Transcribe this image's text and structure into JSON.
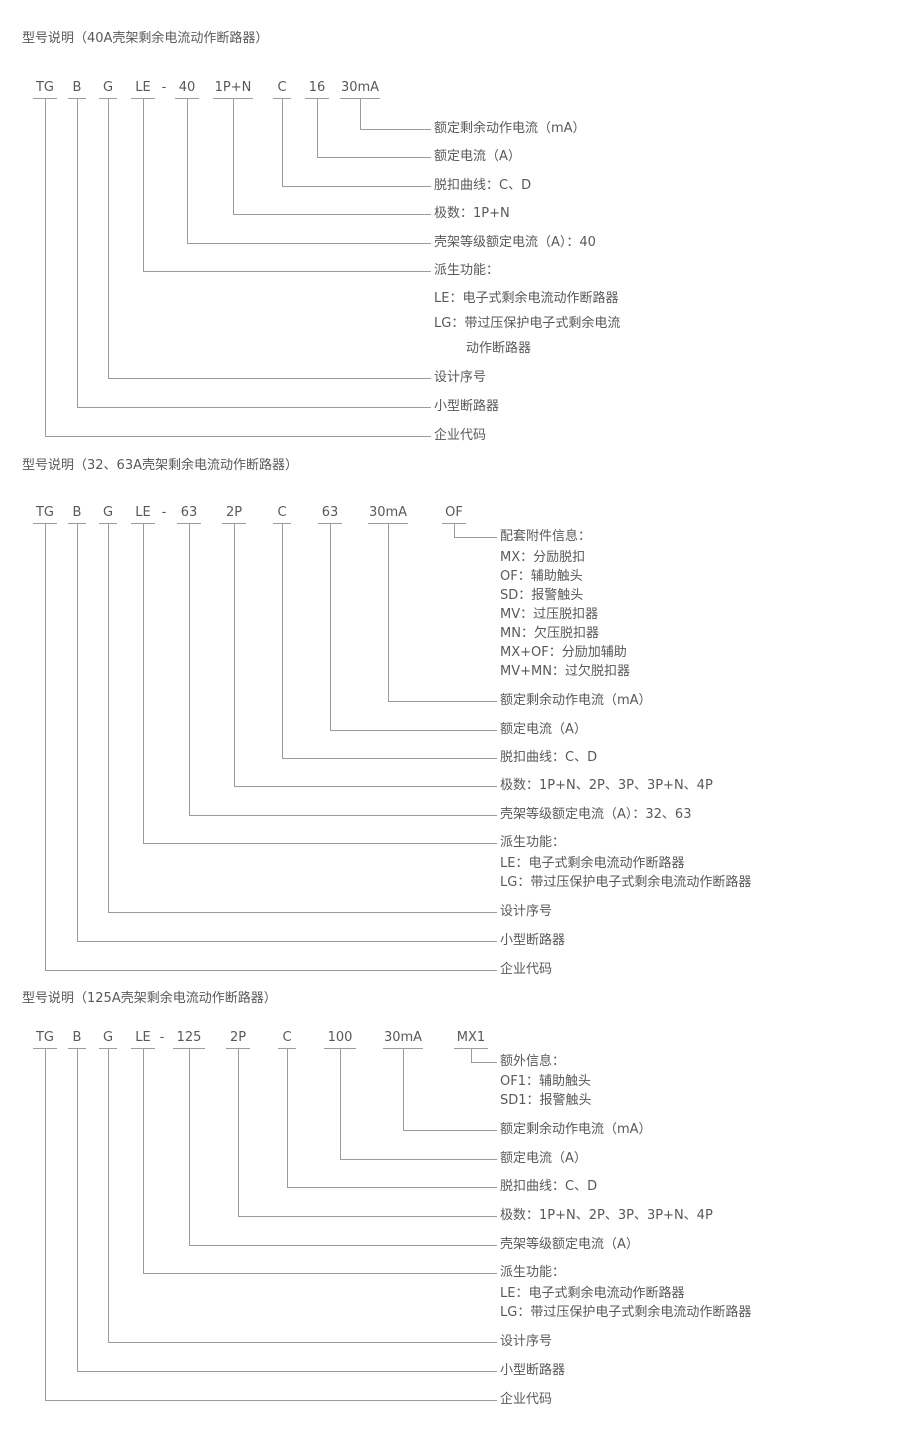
{
  "colors": {
    "text": "#58595b",
    "line": "#9b9b9b",
    "background": "#ffffff"
  },
  "sections": [
    {
      "title": "型号说明（40A壳架剩余电流动作断路器）",
      "tokens": [
        "TG",
        "B",
        "G",
        "LE",
        "-",
        "40",
        "1P+N",
        "C",
        "16",
        "30mA"
      ],
      "labels": [
        "额定剩余动作电流（mA）",
        "额定电流（A）",
        "脱扣曲线：C、D",
        "极数：1P+N",
        "壳架等级额定电流（A）：40",
        "派生功能：",
        "LE：电子式剩余电流动作断路器",
        "LG：带过压保护电子式剩余电流",
        "动作断路器",
        "设计序号",
        "小型断路器",
        "企业代码"
      ]
    },
    {
      "title": "型号说明（32、63A壳架剩余电流动作断路器）",
      "tokens": [
        "TG",
        "B",
        "G",
        "LE",
        "-",
        "63",
        "2P",
        "C",
        "63",
        "30mA",
        "OF"
      ],
      "labels": [
        "配套附件信息：",
        "MX：分励脱扣",
        "OF：辅助触头",
        "SD：报警触头",
        "MV：过压脱扣器",
        "MN：欠压脱扣器",
        "MX+OF：分励加辅助",
        "MV+MN：过欠脱扣器",
        "额定剩余动作电流（mA）",
        "额定电流（A）",
        "脱扣曲线：C、D",
        "极数：1P+N、2P、3P、3P+N、4P",
        "壳架等级额定电流（A）：32、63",
        "派生功能：",
        "LE：电子式剩余电流动作断路器",
        "LG：带过压保护电子式剩余电流动作断路器",
        "设计序号",
        "小型断路器",
        "企业代码"
      ]
    },
    {
      "title": "型号说明（125A壳架剩余电流动作断路器）",
      "tokens": [
        "TG",
        "B",
        "G",
        "LE",
        "-",
        "125",
        "2P",
        "C",
        "100",
        "30mA",
        "MX1"
      ],
      "labels": [
        "额外信息：",
        "OF1：辅助触头",
        "SD1：报警触头",
        "额定剩余动作电流（mA）",
        "额定电流（A）",
        "脱扣曲线：C、D",
        "极数：1P+N、2P、3P、3P+N、4P",
        "壳架等级额定电流（A）",
        "派生功能：",
        "LE：电子式剩余电流动作断路器",
        "LG：带过压保护电子式剩余电流动作断路器",
        "设计序号",
        "小型断路器",
        "企业代码"
      ]
    }
  ]
}
